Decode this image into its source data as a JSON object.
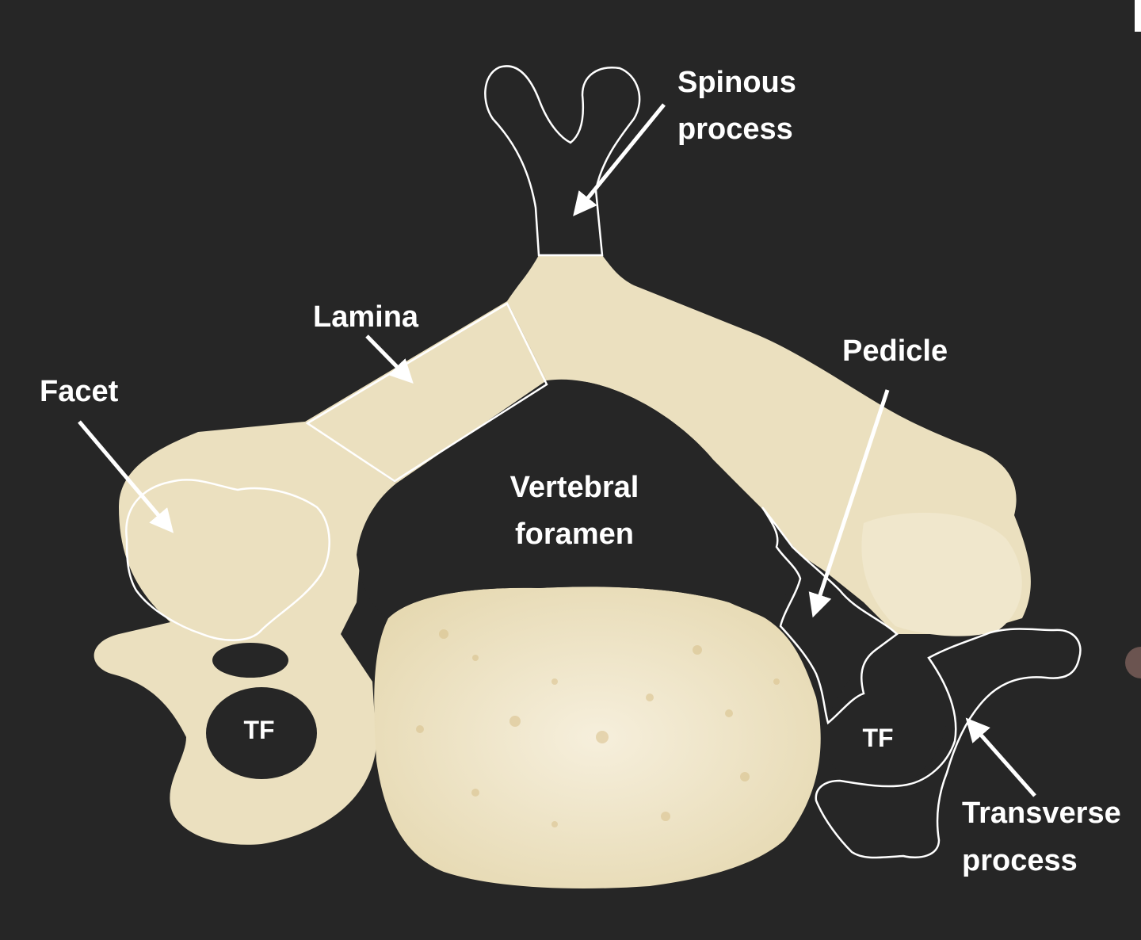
{
  "labels": {
    "spinous": [
      "Spinous",
      "process"
    ],
    "lamina": "Lamina",
    "pedicle": "Pedicle",
    "facet": "Facet",
    "foramen": [
      "Vertebral",
      "foramen"
    ],
    "tf_left": "TF",
    "tf_right": "TF",
    "transverse": [
      "Transverse",
      "process"
    ]
  },
  "colors": {
    "background": "#262626",
    "bone": "#ece2c2",
    "spinous_process": "#7fb2d6",
    "lamina": "#d88a4a",
    "facet": "#4cbf72",
    "pedicle": "#a066b6",
    "transverse_process": "#c94862",
    "label_text": "#ffffff"
  }
}
